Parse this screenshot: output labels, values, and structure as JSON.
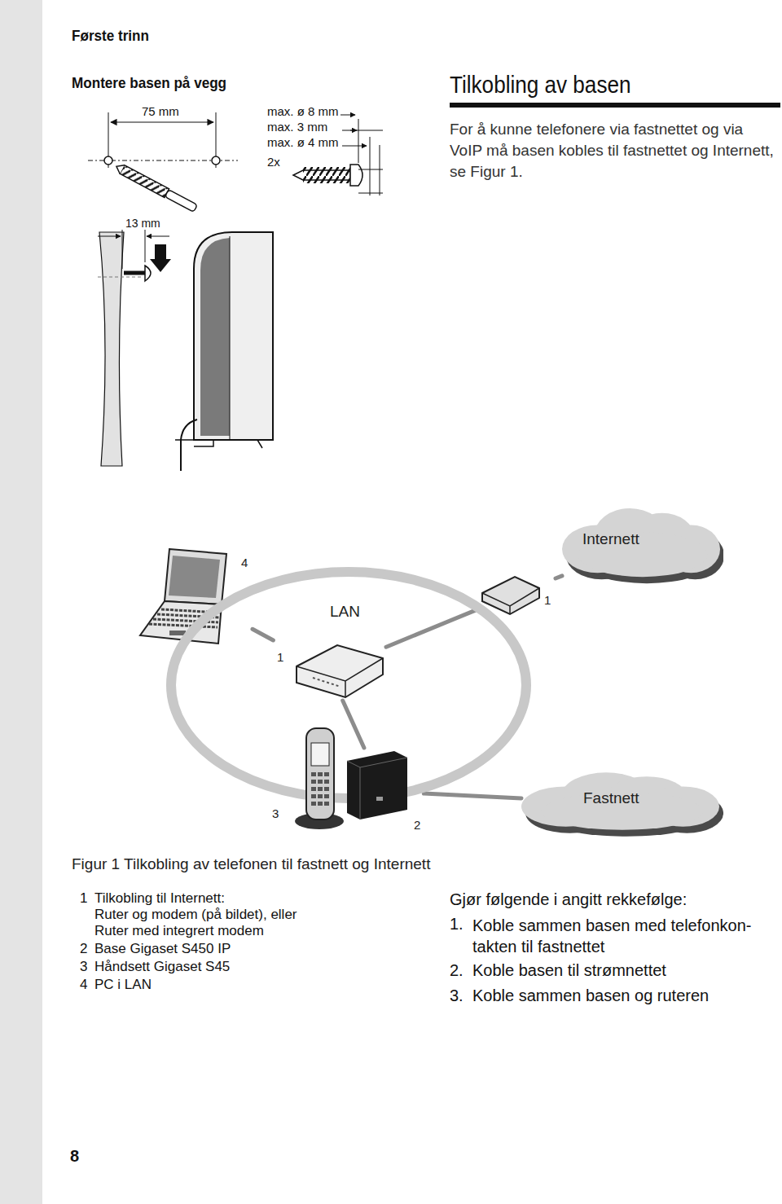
{
  "diagram": {
    "title": "Tilkobling av basen",
    "caption": "Figur 1 Tilkobling av telefonen til fastnett og Internett",
    "nodes": [
      {
        "text": [
          "Internett"
        ]
      },
      {
        "text": [
          "4"
        ]
      },
      {
        "text": [
          "LAN"
        ]
      },
      {
        "text": [
          "1"
        ]
      },
      {
        "text": [
          "1"
        ]
      },
      {
        "text": [
          "3"
        ]
      },
      {
        "text": [
          "2"
        ]
      },
      {
        "text": [
          "Fastnett"
        ]
      }
    ],
    "edges": [
      {
        "from": 1,
        "to": 4,
        "arrow": "none"
      },
      {
        "from": 4,
        "to": 3,
        "arrow": "none"
      },
      {
        "from": 3,
        "to": 0,
        "arrow": "none"
      },
      {
        "from": 6,
        "to": 4,
        "arrow": "none"
      },
      {
        "from": 6,
        "to": 7,
        "arrow": "none"
      }
    ],
    "labels": [
      "Første trinn",
      "Montere basen på vegg",
      "For å kunne telefonere via fastnettet og via VoIP må basen kobles til fastnettet og Internett, se Figur 1.",
      "75 mm",
      "max. ø 8 mm",
      "max. 3 mm",
      "max. ø 4 mm",
      "2x",
      "13 mm",
      "1",
      "Tilkobling til Internett:",
      "Ruter og modem (på bildet), eller Ruter med integrert modem",
      "2",
      "Base Gigaset S450 IP",
      "3",
      "Håndsett Gigaset S45",
      "4",
      "PC i LAN",
      "Gjør følgende i angitt rekkefølge:",
      "1.",
      "Koble sammen basen med telefonkon- takten til fastnettet",
      "2.",
      "Koble basen til strømnettet",
      "3.",
      "Koble sammen basen og ruteren",
      "8"
    ]
  }
}
